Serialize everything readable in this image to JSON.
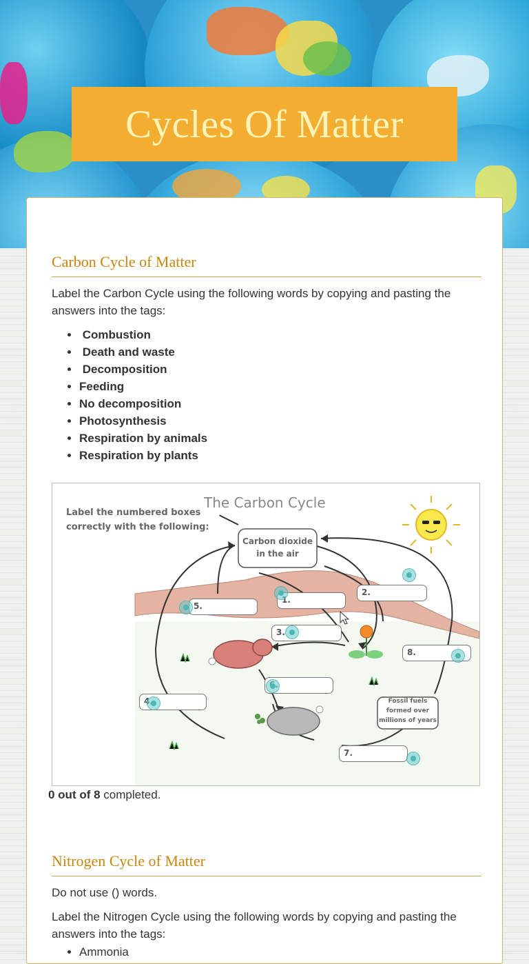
{
  "page": {
    "title": "Cycles Of Matter"
  },
  "carbon_section": {
    "heading": "Carbon  Cycle of Matter",
    "instructions": "Label the Carbon Cycle using the following words by copying and pasting the answers into the tags:",
    "words": [
      " Combustion",
      " Death and waste",
      " Decomposition",
      "Feeding",
      "No decomposition",
      "Photosynthesis",
      "Respiration by animals",
      "Respiration by plants"
    ],
    "diagram": {
      "title": "The Carbon Cycle",
      "prompt_line1": "Label the numbered boxes",
      "prompt_line2": "correctly with the following:",
      "center_line1": "Carbon dioxide",
      "center_line2": "in the air",
      "fossil_line1": "Fossil fuels",
      "fossil_line2": "formed over",
      "fossil_line3": "millions of years",
      "box_labels": [
        "1.",
        "2.",
        "3.",
        "4.",
        "5.",
        "6.",
        "7.",
        "8."
      ]
    },
    "progress_count": "0 out of 8",
    "progress_suffix": " completed."
  },
  "nitrogen_section": {
    "heading": "Nitrogen Cycle of Matter",
    "note": "Do not use () words.",
    "instructions": "Label the Nitrogen Cycle using the following words by copying and pasting the answers into the tags:",
    "first_word": "Ammonia"
  },
  "colors": {
    "banner": "#f3ae32",
    "banner_text": "#fff3b8",
    "heading": "#c8860e",
    "tag_dot": "#4cb7b5"
  }
}
